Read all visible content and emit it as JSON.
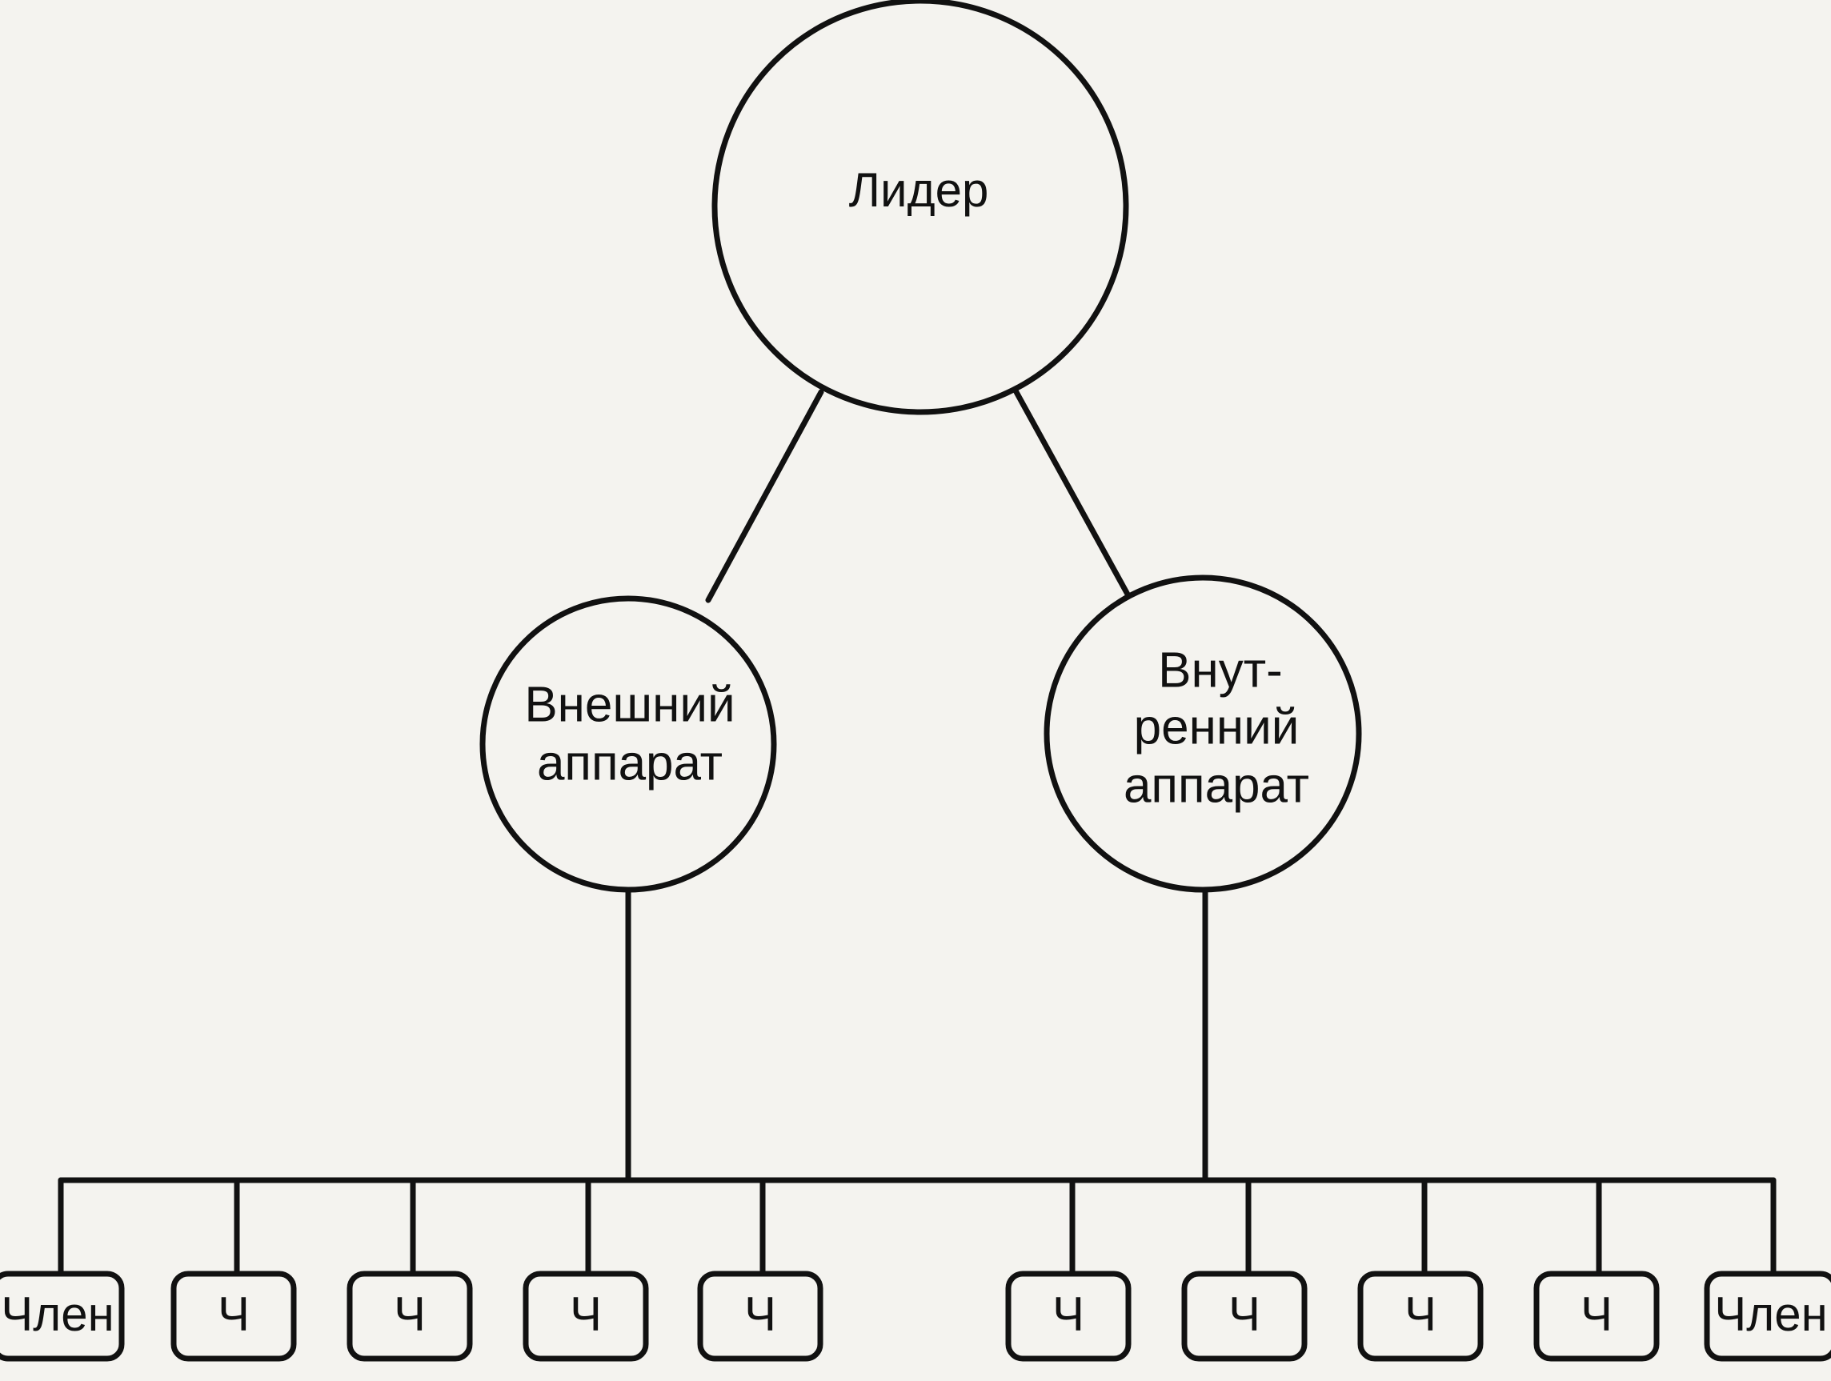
{
  "leader": {
    "label": "Лидер"
  },
  "external_apparatus": {
    "line1": "Внешний",
    "line2": "аппарат"
  },
  "internal_apparatus": {
    "line1": "Внут-",
    "line2": "ренний",
    "line3": "аппарат"
  },
  "members": [
    {
      "label": "Член"
    },
    {
      "label": "Ч"
    },
    {
      "label": "Ч"
    },
    {
      "label": "Ч"
    },
    {
      "label": "Ч"
    },
    {
      "label": "Ч"
    },
    {
      "label": "Ч"
    },
    {
      "label": "Ч"
    },
    {
      "label": "Ч"
    },
    {
      "label": "Член"
    }
  ]
}
